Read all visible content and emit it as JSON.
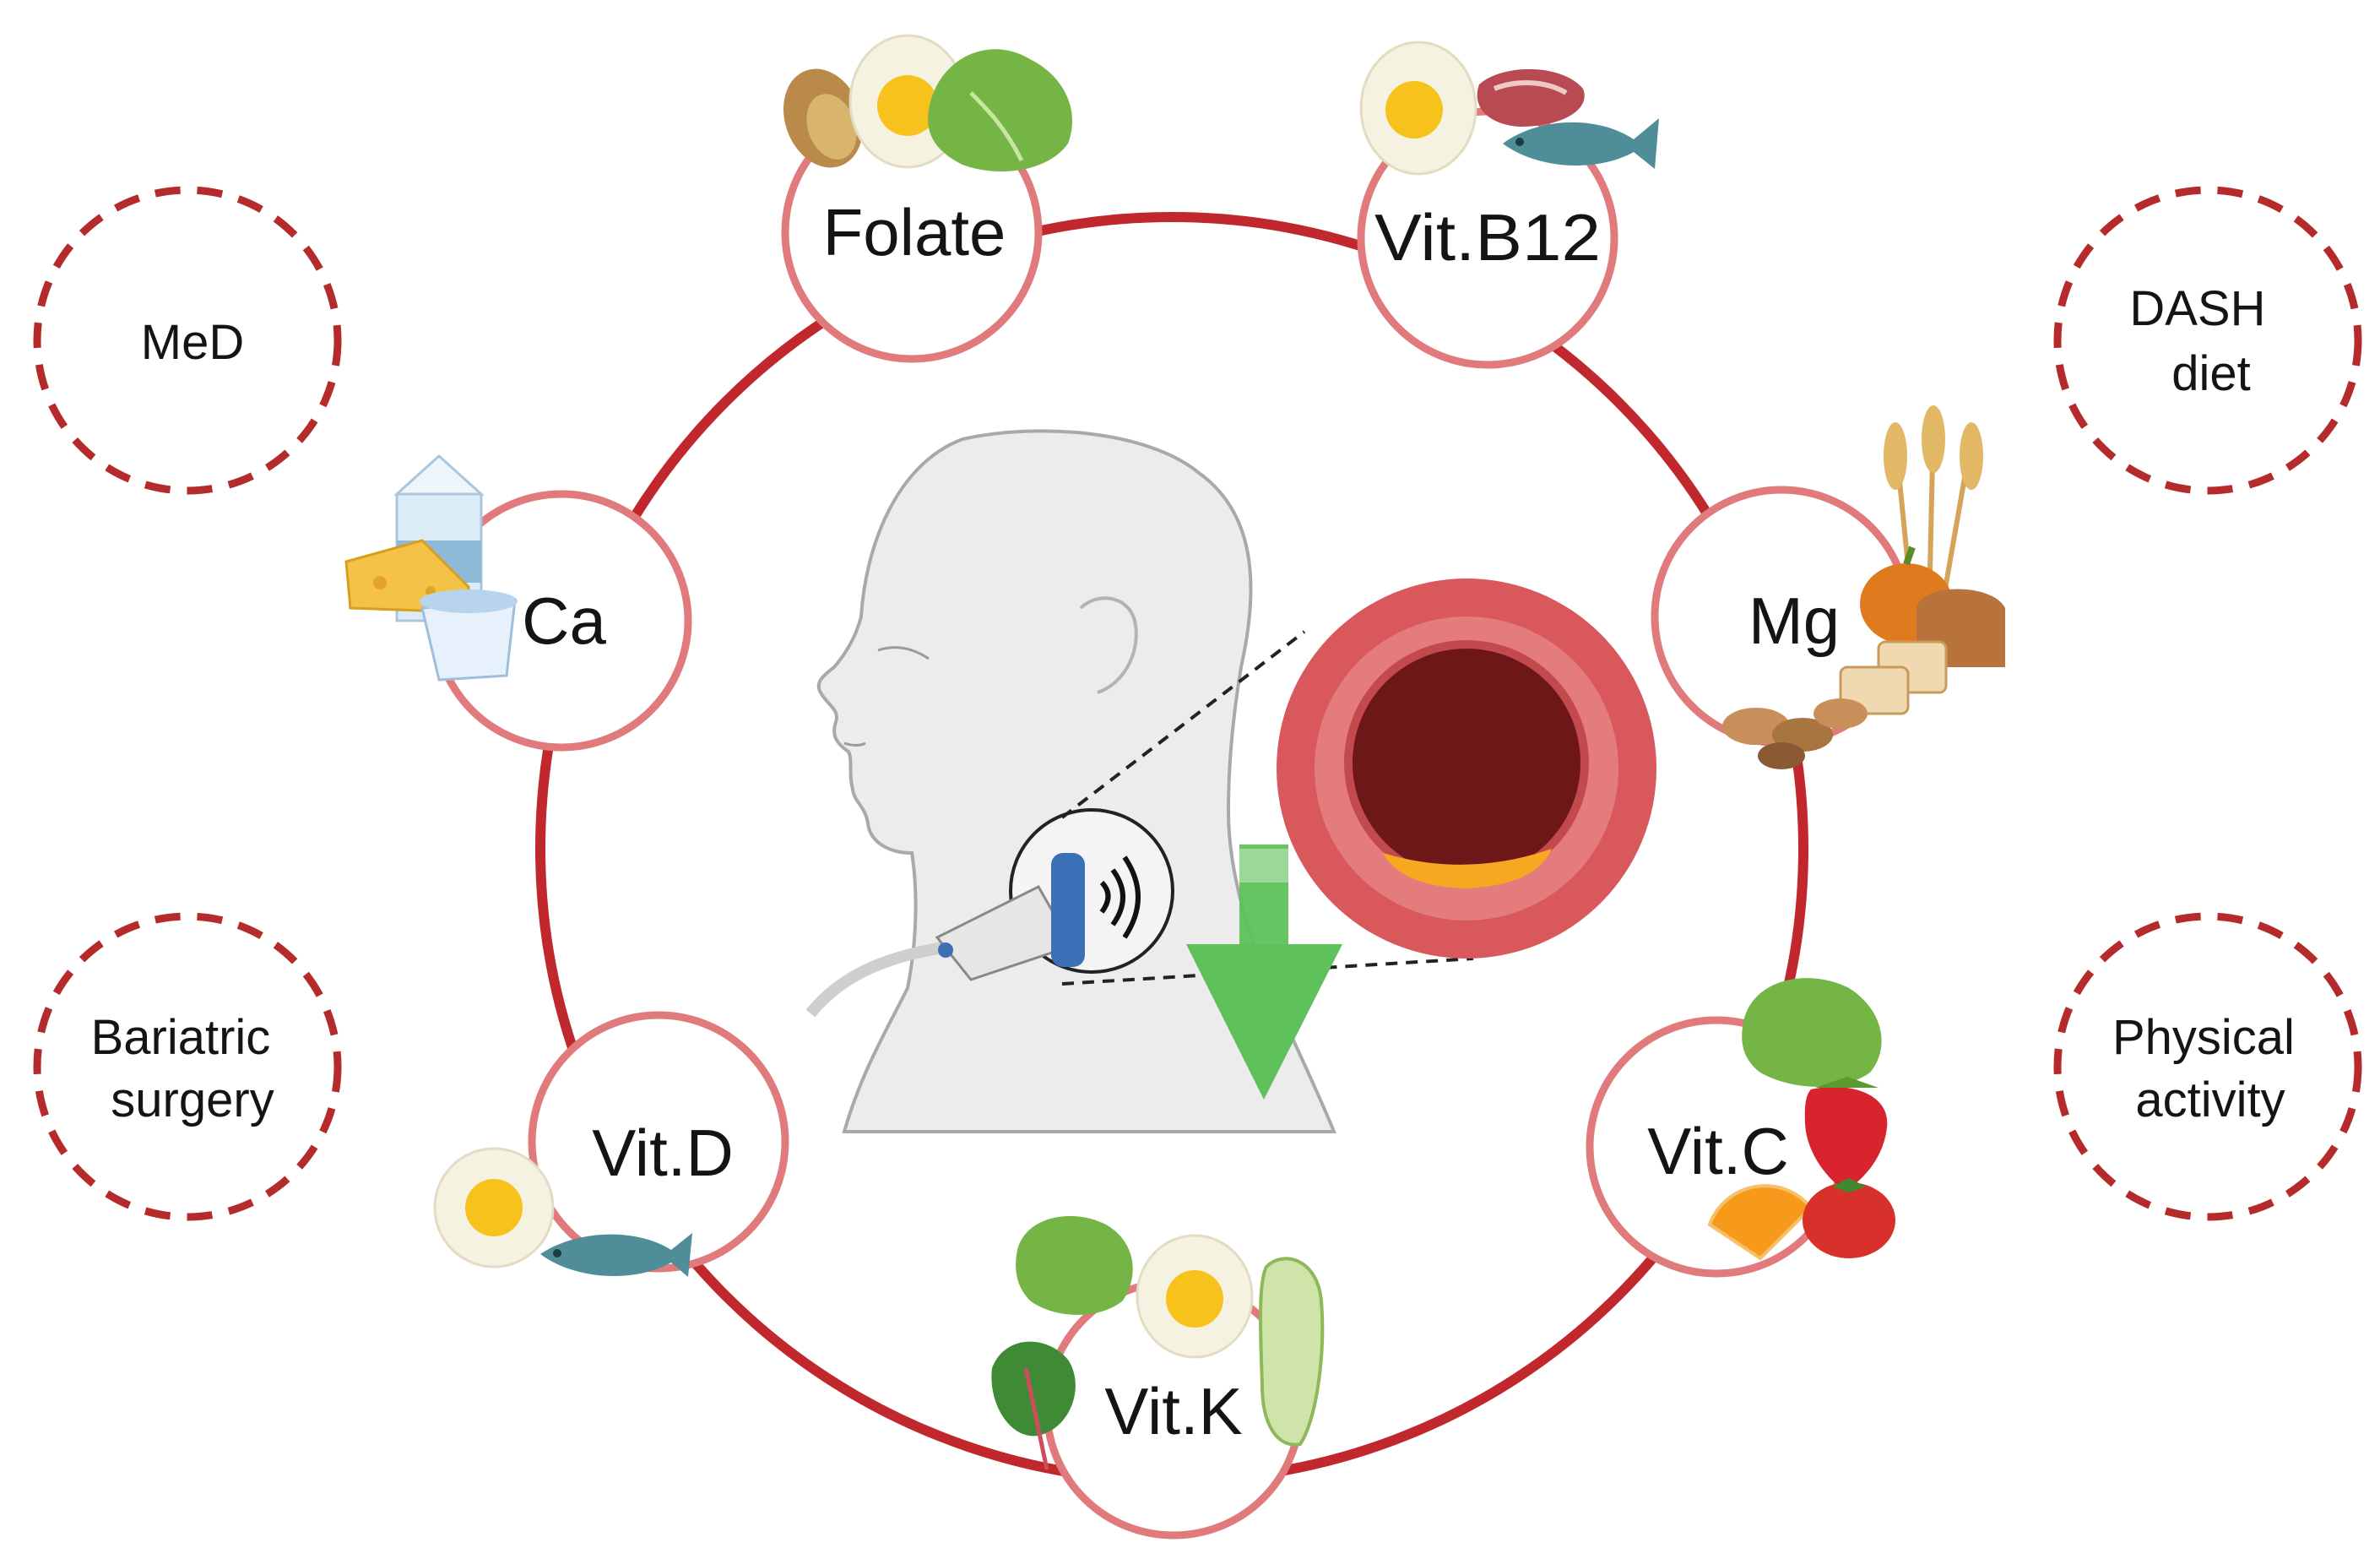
{
  "nutrients": [
    {
      "id": "folate",
      "label": "Folate"
    },
    {
      "id": "vitb12",
      "label": "Vit.B12"
    },
    {
      "id": "mg",
      "label": "Mg"
    },
    {
      "id": "vitc",
      "label": "Vit.C"
    },
    {
      "id": "vitk",
      "label": "Vit.K"
    },
    {
      "id": "vitd",
      "label": "Vit.D"
    },
    {
      "id": "ca",
      "label": "Ca"
    }
  ],
  "interventions": {
    "med": {
      "lines": [
        "MeD"
      ]
    },
    "dash": {
      "lines": [
        "DASH",
        "diet"
      ]
    },
    "bariatric": {
      "lines": [
        "Bariatric",
        "surgery"
      ]
    },
    "physical": {
      "lines": [
        "Physical",
        "activity"
      ]
    }
  },
  "colors": {
    "ring": "#c0282d",
    "node_border": "#e07a7c",
    "dashed": "#b52a2a",
    "arrow": "#5fc15a",
    "artery_outer": "#d9585c",
    "artery_wall": "#e88a8a",
    "lumen": "#6e1719",
    "plaque": "#f6a821"
  },
  "icons": {
    "center": [
      "human-head-icon",
      "ultrasound-probe-icon",
      "artery-cross-section-icon",
      "down-arrow-icon"
    ],
    "foods": [
      "egg-icon",
      "lettuce-icon",
      "potato-icon",
      "meat-icon",
      "fish-icon",
      "milk-carton-icon",
      "cheese-icon",
      "yogurt-icon",
      "wheat-icon",
      "pumpkin-icon",
      "bread-icon",
      "nuts-icon",
      "strawberry-icon",
      "orange-icon",
      "tomato-icon",
      "spinach-icon",
      "chicory-icon"
    ]
  }
}
